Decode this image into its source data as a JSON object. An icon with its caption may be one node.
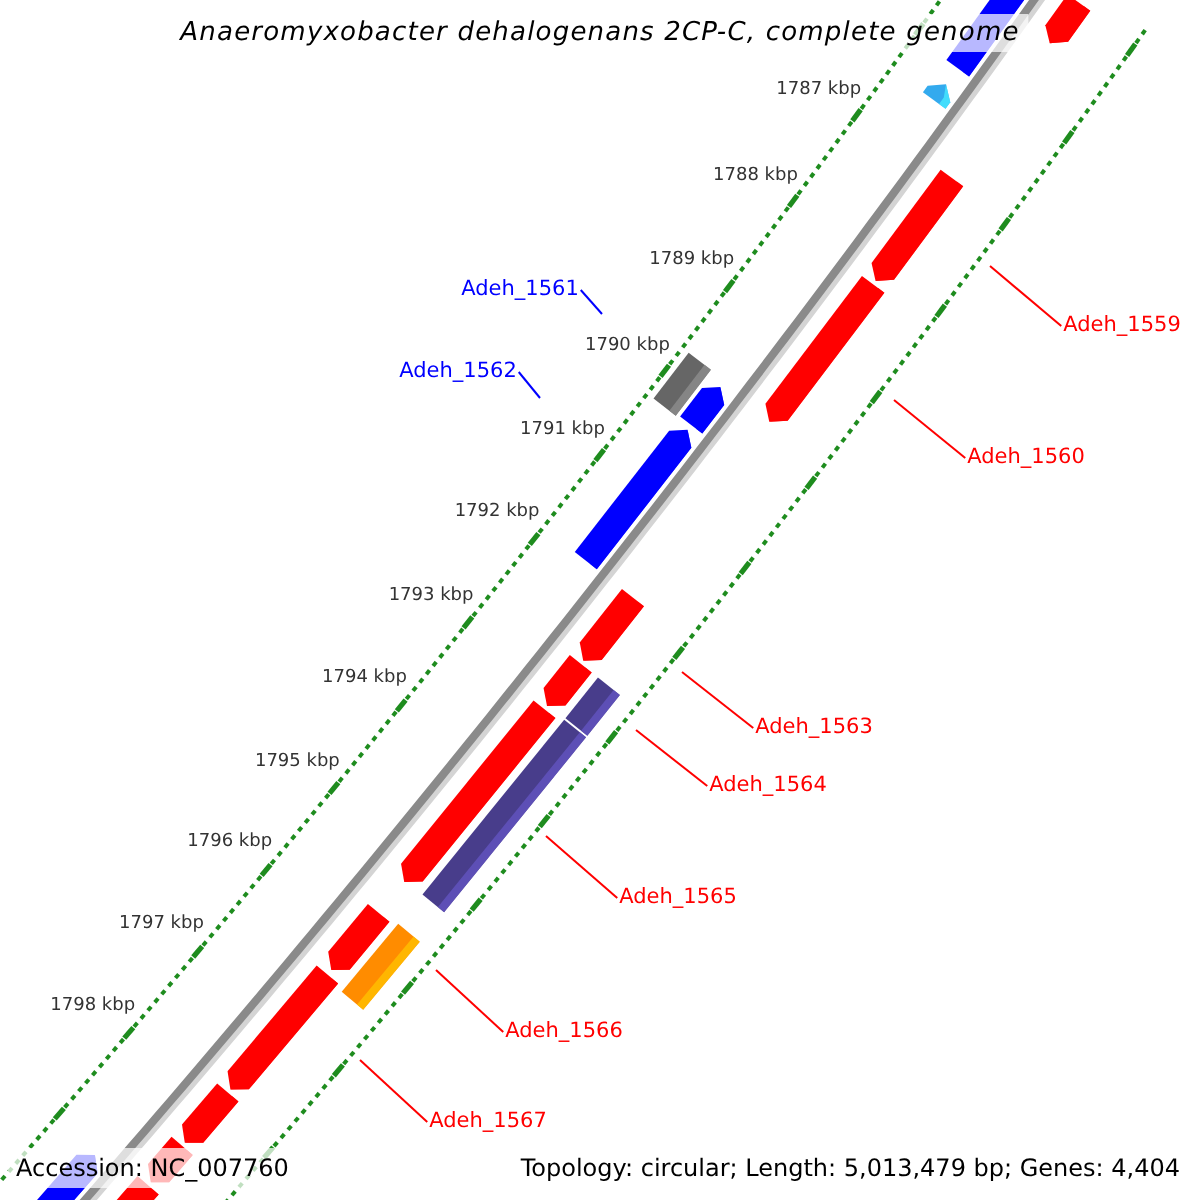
{
  "diagram": {
    "title": "Anaeromyxobacter dehalogenans 2CP-C, complete genome",
    "nodes": [
      {
        "text": [
          "Adeh_1561"
        ]
      },
      {
        "text": [
          "Adeh_1559"
        ]
      },
      {
        "text": [
          "Adeh_1562"
        ]
      },
      {
        "text": [
          "Adeh_1560"
        ]
      },
      {
        "text": [
          "Adeh_1563"
        ]
      },
      {
        "text": [
          "Adeh_1564"
        ]
      },
      {
        "text": [
          "Adeh_1565"
        ]
      },
      {
        "text": [
          "Adeh_1566"
        ]
      },
      {
        "text": [
          "Adeh_1567"
        ]
      }
    ],
    "edges": [
      {
        "from": 0,
        "to": null,
        "arrow": "none",
        "color": "#0000ff"
      },
      {
        "from": 1,
        "to": null,
        "arrow": "none"
      },
      {
        "from": 2,
        "to": null,
        "arrow": "none",
        "color": "#0000ff"
      },
      {
        "from": 3,
        "to": null,
        "arrow": "none"
      },
      {
        "from": 4,
        "to": null,
        "arrow": "none"
      },
      {
        "from": 5,
        "to": null,
        "arrow": "none"
      },
      {
        "from": 6,
        "to": null,
        "arrow": "none"
      },
      {
        "from": 7,
        "to": null,
        "arrow": "none"
      },
      {
        "from": 8,
        "to": null,
        "arrow": "none"
      }
    ],
    "labels": [
      "1787 kbp",
      "1788 kbp",
      "1789 kbp",
      "1790 kbp",
      "1791 kbp",
      "1792 kbp",
      "1793 kbp",
      "1794 kbp",
      "1795 kbp",
      "1796 kbp",
      "1797 kbp",
      "1798 kbp",
      "Accession: NC_007760",
      "Topology: circular; Length: 5,013,479 bp; Genes: 4,404"
    ]
  }
}
